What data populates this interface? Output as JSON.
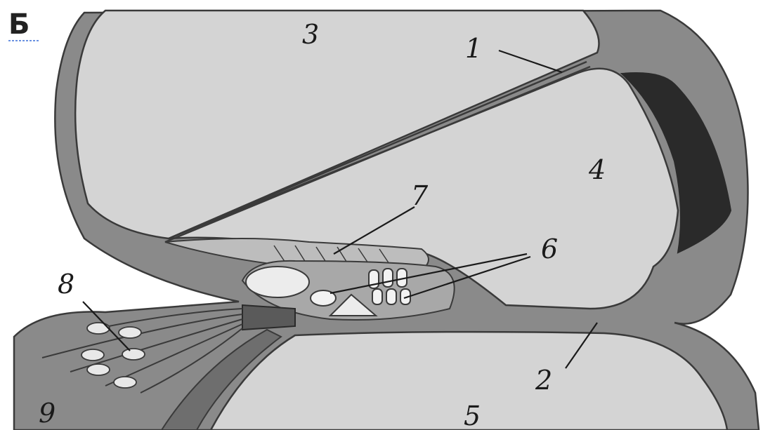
{
  "panel_letter": "Б",
  "labels": {
    "l1": "1",
    "l2": "2",
    "l3": "3",
    "l4": "4",
    "l5": "5",
    "l6": "6",
    "l7": "7",
    "l8": "8",
    "l9": "9"
  },
  "colors": {
    "background": "#ffffff",
    "tissue": "#8a8a8a",
    "chamber_fill": "#d4d4d4",
    "stria": "#2a2a2a",
    "outline": "#3a3a3a"
  }
}
